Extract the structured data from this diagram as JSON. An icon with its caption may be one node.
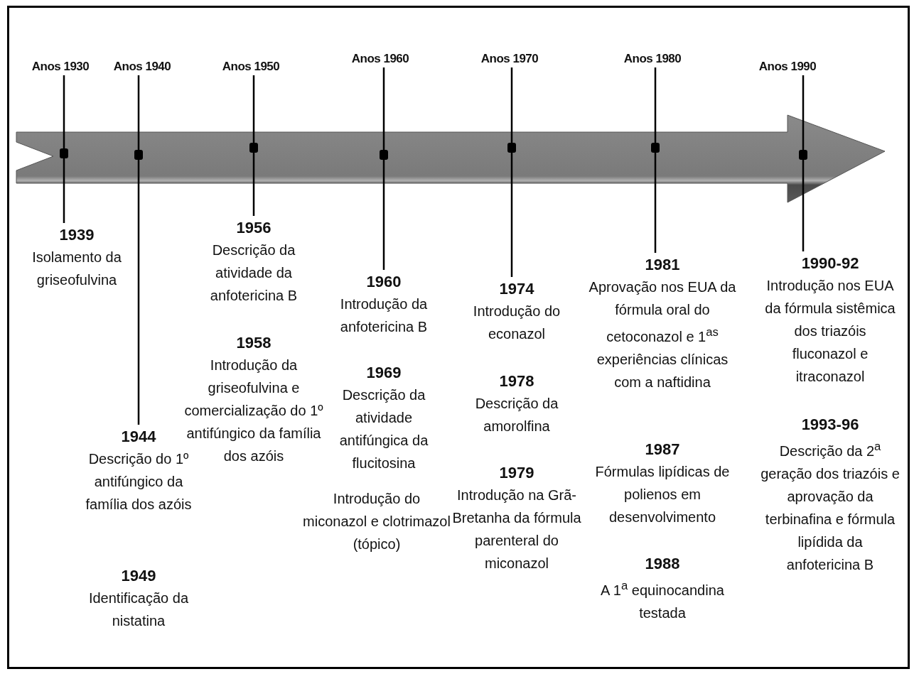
{
  "diagram": {
    "nodes": [
      {
        "text": [
          "Anos 1930"
        ]
      },
      {
        "text": [
          "Anos 1940"
        ]
      },
      {
        "text": [
          "Anos 1950"
        ]
      },
      {
        "text": [
          "Anos 1960"
        ]
      },
      {
        "text": [
          "Anos 1970"
        ]
      },
      {
        "text": [
          "Anos 1980"
        ]
      },
      {
        "text": [
          "Anos 1990"
        ]
      },
      {
        "text": [
          "1939",
          "Isolamento da griseofulvina"
        ]
      },
      {
        "text": [
          "1944",
          "Descrição do 1º antifúngico da família dos azóis"
        ]
      },
      {
        "text": [
          "1956",
          "Descrição da atividade da anfotericina B"
        ]
      },
      {
        "text": [
          "1960",
          "Introdução da anfotericina B"
        ]
      },
      {
        "text": [
          "1974",
          "Introdução do econazol"
        ]
      },
      {
        "text": [
          "1981",
          "Aprovação nos EUA da fórmula oral do cetoconazol e 1$^{as}$ experiências clínicas com a naftidina"
        ]
      },
      {
        "text": [
          "1990-92",
          "Introdução nos EUA da fórmula sistêmica dos triazóis fluconazol e itraconazol"
        ]
      }
    ],
    "edges": [
      {
        "from": 0,
        "to": 7,
        "arrow": "none"
      },
      {
        "from": 1,
        "to": 8,
        "arrow": "none"
      },
      {
        "from": 2,
        "to": 9,
        "arrow": "none"
      },
      {
        "from": 3,
        "to": 10,
        "arrow": "none"
      },
      {
        "from": 4,
        "to": 11,
        "arrow": "none"
      },
      {
        "from": 5,
        "to": 12,
        "arrow": "none"
      },
      {
        "from": 6,
        "to": 13,
        "arrow": "none"
      }
    ],
    "labels": [
      "1949",
      "Identificação da nistatina",
      "1958",
      "Introdução da griseofulvina e comercialização do 1º antifúngico da família dos azóis",
      "1969",
      "Descrição da atividade antifúngica da flucitosina",
      "Introdução do miconazol e clotrimazol (tópico)",
      "1978",
      "Descrição da amorolfina",
      "1979",
      "Introdução na Grã-Bretanha da fórmula parenteral do miconazol",
      "1987",
      "Fórmulas lipídicas de polienos em desenvolvimento",
      "1988",
      "A 1$^{a}$ equinocandina testada",
      "1993-96",
      "Descrição da 2$^{a}$ geração dos triazóis e aprovação da terbinafina e fórmula lipídida da anfotericina B"
    ]
  }
}
